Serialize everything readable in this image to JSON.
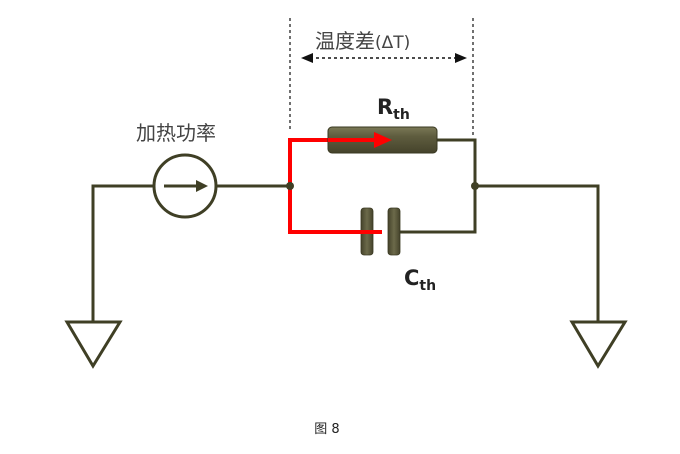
{
  "diagram": {
    "title_label": "温度差",
    "delta_label": "(ΔT)",
    "source_label": "加热功率",
    "resistor_label_main": "R",
    "resistor_label_sub": "th",
    "capacitor_label_main": "C",
    "capacitor_label_sub": "th",
    "colors": {
      "wire": "#3f3f25",
      "component_fill": "#5c5a3c",
      "heat_path": "#ff0000",
      "text": "#444444",
      "delta_text": "#1f3b66"
    },
    "nodes": [
      "left-node",
      "right-node"
    ],
    "components": [
      "current-source",
      "thermal-resistor",
      "thermal-capacitor",
      "ground-left",
      "ground-right"
    ]
  },
  "caption": "图 8"
}
